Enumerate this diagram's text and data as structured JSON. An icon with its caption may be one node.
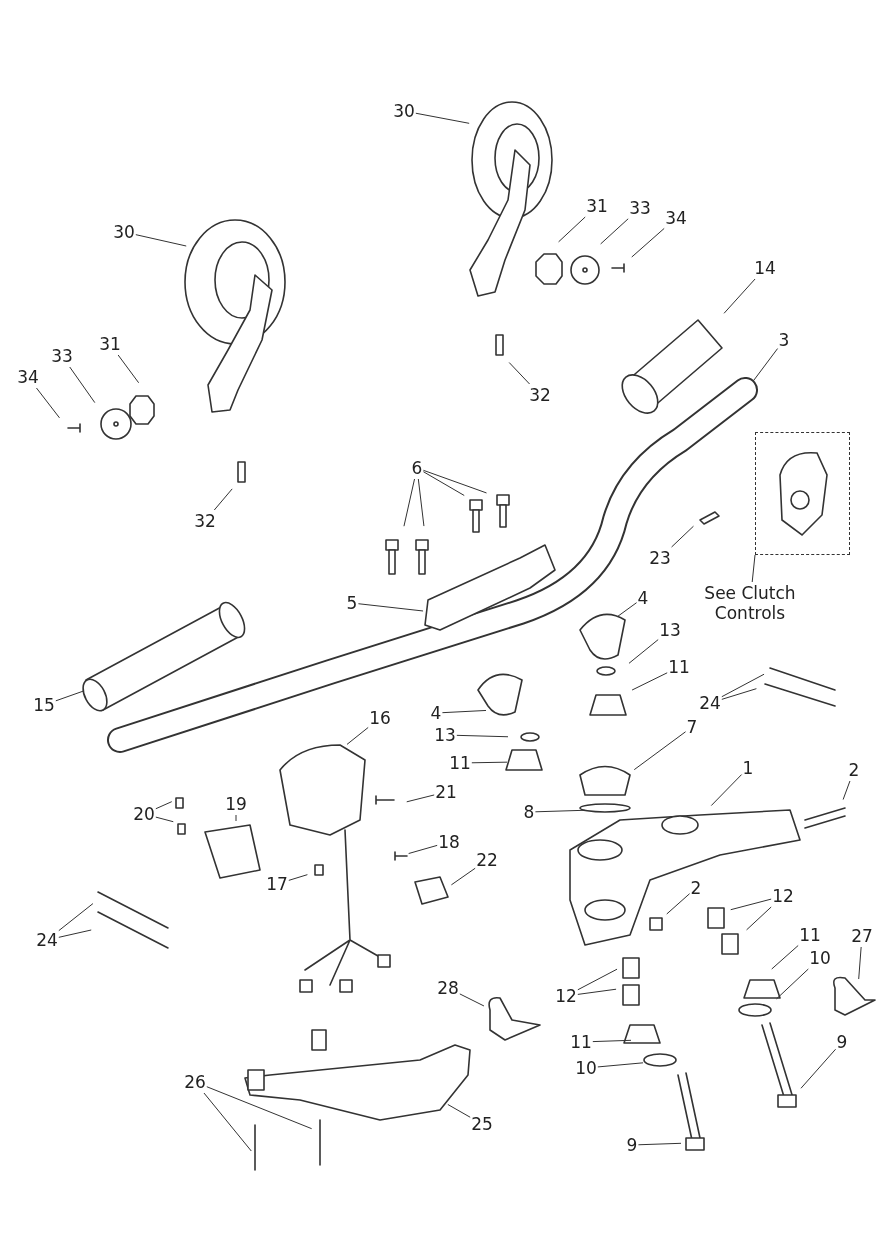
{
  "diagram": {
    "nodes": [
      {
        "text": [
          "30"
        ]
      },
      {
        "text": [
          "30"
        ]
      },
      {
        "text": [
          "31"
        ]
      },
      {
        "text": [
          "33"
        ]
      },
      {
        "text": [
          "34"
        ]
      },
      {
        "text": [
          "14"
        ]
      },
      {
        "text": [
          "32"
        ]
      },
      {
        "text": [
          "3"
        ]
      },
      {
        "text": [
          "33"
        ]
      },
      {
        "text": [
          "31"
        ]
      },
      {
        "text": [
          "34"
        ]
      },
      {
        "text": [
          "32"
        ]
      },
      {
        "text": [
          "6"
        ]
      },
      {
        "text": [
          "23"
        ]
      },
      {
        "text": [
          "See Clutch Controls"
        ]
      },
      {
        "text": [
          "4"
        ]
      },
      {
        "text": [
          "5"
        ]
      },
      {
        "text": [
          "13"
        ]
      },
      {
        "text": [
          "11"
        ]
      },
      {
        "text": [
          "24"
        ]
      },
      {
        "text": [
          "15"
        ]
      },
      {
        "text": [
          "4"
        ]
      },
      {
        "text": [
          "13"
        ]
      },
      {
        "text": [
          "11"
        ]
      },
      {
        "text": [
          "16"
        ]
      },
      {
        "text": [
          "7"
        ]
      },
      {
        "text": [
          "1"
        ]
      },
      {
        "text": [
          "2"
        ]
      },
      {
        "text": [
          "20"
        ]
      },
      {
        "text": [
          "19"
        ]
      },
      {
        "text": [
          "21"
        ]
      },
      {
        "text": [
          "8"
        ]
      },
      {
        "text": [
          "18"
        ]
      },
      {
        "text": [
          "22"
        ]
      },
      {
        "text": [
          "17"
        ]
      },
      {
        "text": [
          "2"
        ]
      },
      {
        "text": [
          "12"
        ]
      },
      {
        "text": [
          "11"
        ]
      },
      {
        "text": [
          "27"
        ]
      },
      {
        "text": [
          "10"
        ]
      },
      {
        "text": [
          "24"
        ]
      },
      {
        "text": [
          "28"
        ]
      },
      {
        "text": [
          "12"
        ]
      },
      {
        "text": [
          "11"
        ]
      },
      {
        "text": [
          "9"
        ]
      },
      {
        "text": [
          "10"
        ]
      },
      {
        "text": [
          "26"
        ]
      },
      {
        "text": [
          "25"
        ]
      },
      {
        "text": [
          "9"
        ]
      },
      {
        "text": [],
        "shape": "box"
      }
    ],
    "edges": [
      {
        "from": 0,
        "to": null,
        "arrow": "none"
      },
      {
        "from": 1,
        "to": null,
        "arrow": "none"
      },
      {
        "from": 2,
        "to": null,
        "arrow": "none"
      },
      {
        "from": 3,
        "to": null,
        "arrow": "none"
      },
      {
        "from": 4,
        "to": null,
        "arrow": "none"
      },
      {
        "from": 5,
        "to": null,
        "arrow": "none"
      },
      {
        "from": 6,
        "to": null,
        "arrow": "none"
      },
      {
        "from": 7,
        "to": null,
        "arrow": "none"
      },
      {
        "from": 8,
        "to": null,
        "arrow": "none"
      },
      {
        "from": 9,
        "to": null,
        "arrow": "none"
      },
      {
        "from": 10,
        "to": null,
        "arrow": "none"
      },
      {
        "from": 11,
        "to": null,
        "arrow": "none"
      },
      {
        "from": 12,
        "to": null,
        "arrow": "none"
      },
      {
        "from": 12,
        "to": null,
        "arrow": "none"
      },
      {
        "from": 12,
        "to": null,
        "arrow": "none"
      },
      {
        "from": 12,
        "to": null,
        "arrow": "none"
      },
      {
        "from": 13,
        "to": null,
        "arrow": "none"
      },
      {
        "from": 14,
        "to": 49,
        "arrow": "none"
      },
      {
        "from": 15,
        "to": null,
        "arrow": "none"
      },
      {
        "from": 16,
        "to": null,
        "arrow": "none"
      },
      {
        "from": 17,
        "to": null,
        "arrow": "none"
      },
      {
        "from": 18,
        "to": null,
        "arrow": "none"
      },
      {
        "from": 19,
        "to": null,
        "arrow": "none"
      },
      {
        "from": 19,
        "to": null,
        "arrow": "none"
      },
      {
        "from": 20,
        "to": null,
        "arrow": "none"
      },
      {
        "from": 21,
        "to": null,
        "arrow": "none"
      },
      {
        "from": 22,
        "to": null,
        "arrow": "none"
      },
      {
        "from": 23,
        "to": null,
        "arrow": "none"
      },
      {
        "from": 24,
        "to": null,
        "arrow": "none"
      },
      {
        "from": 25,
        "to": null,
        "arrow": "none"
      },
      {
        "from": 26,
        "to": null,
        "arrow": "none"
      },
      {
        "from": 27,
        "to": null,
        "arrow": "none"
      },
      {
        "from": 28,
        "to": null,
        "arrow": "none"
      },
      {
        "from": 28,
        "to": null,
        "arrow": "none"
      },
      {
        "from": 29,
        "to": null,
        "arrow": "none"
      },
      {
        "from": 30,
        "to": null,
        "arrow": "none"
      },
      {
        "from": 31,
        "to": null,
        "arrow": "none"
      },
      {
        "from": 32,
        "to": null,
        "arrow": "none"
      },
      {
        "from": 33,
        "to": null,
        "arrow": "none"
      },
      {
        "from": 34,
        "to": null,
        "arrow": "none"
      },
      {
        "from": 35,
        "to": null,
        "arrow": "none"
      },
      {
        "from": 36,
        "to": null,
        "arrow": "none"
      },
      {
        "from": 36,
        "to": null,
        "arrow": "none"
      },
      {
        "from": 37,
        "to": null,
        "arrow": "none"
      },
      {
        "from": 38,
        "to": null,
        "arrow": "none"
      },
      {
        "from": 39,
        "to": null,
        "arrow": "none"
      },
      {
        "from": 40,
        "to": null,
        "arrow": "none"
      },
      {
        "from": 40,
        "to": null,
        "arrow": "none"
      },
      {
        "from": 41,
        "to": null,
        "arrow": "none"
      },
      {
        "from": 42,
        "to": null,
        "arrow": "none"
      },
      {
        "from": 42,
        "to": null,
        "arrow": "none"
      },
      {
        "from": 43,
        "to": null,
        "arrow": "none"
      },
      {
        "from": 44,
        "to": null,
        "arrow": "none"
      },
      {
        "from": 45,
        "to": null,
        "arrow": "none"
      },
      {
        "from": 46,
        "to": null,
        "arrow": "none"
      },
      {
        "from": 46,
        "to": null,
        "arrow": "none"
      },
      {
        "from": 47,
        "to": null,
        "arrow": "none"
      },
      {
        "from": 48,
        "to": null,
        "arrow": "none"
      }
    ]
  }
}
